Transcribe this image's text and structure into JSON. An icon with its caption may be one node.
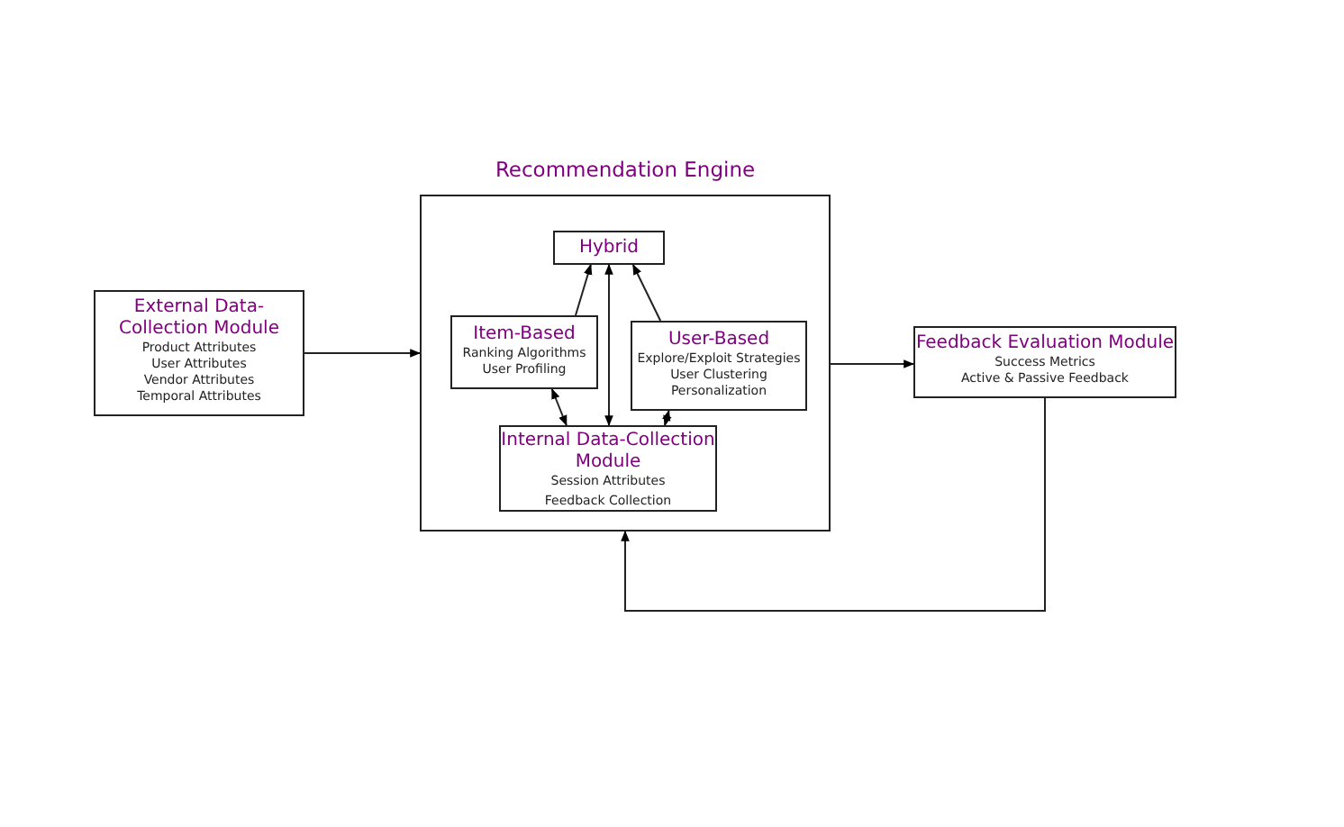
{
  "diagram": {
    "nodes": [
      {
        "text": [
          "Recommendation Engine"
        ]
      },
      {
        "text": [
          "Hybrid"
        ],
        "in": 0
      },
      {
        "text": [
          "Item-Based",
          "Ranking Algorithms",
          "User Profiling"
        ],
        "in": 0
      },
      {
        "text": [
          "User-Based",
          "Explore/Exploit Strategies",
          "User Clustering",
          "Personalization"
        ],
        "in": 0
      },
      {
        "text": [
          "Internal Data-Collection Module",
          "Session Attributes",
          "Feedback Collection"
        ],
        "in": 0
      },
      {
        "text": [
          "External Data-Collection Module",
          "Product Attributes",
          "User Attributes",
          "Vendor Attributes",
          "Temporal Attributes"
        ]
      },
      {
        "text": [
          "Feedback Evaluation Module",
          "Success Metrics",
          "Active & Passive Feedback"
        ]
      }
    ],
    "edges": [
      {
        "from": 2,
        "to": 1,
        "arrow": "to"
      },
      {
        "from": 3,
        "to": 1,
        "arrow": "to"
      },
      {
        "from": 4,
        "to": 1,
        "arrow": "both"
      },
      {
        "from": 2,
        "to": 4,
        "arrow": "both"
      },
      {
        "from": 3,
        "to": 4,
        "arrow": "both"
      },
      {
        "from": 5,
        "to": 0,
        "arrow": "to"
      },
      {
        "from": 0,
        "to": 6,
        "arrow": "to"
      },
      {
        "from": 6,
        "to": 0,
        "arrow": "to"
      }
    ]
  }
}
